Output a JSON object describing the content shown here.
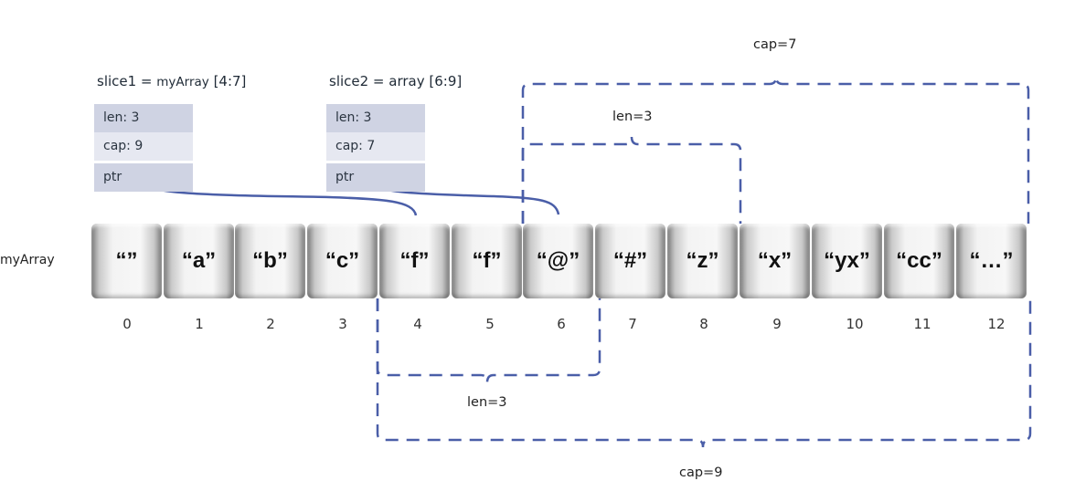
{
  "row_label": "myArray",
  "slice1": {
    "title_prefix": "slice1 = ",
    "title_array": "myArray",
    "title_range": " [4:7]",
    "len": "len: 3",
    "cap": "cap: 9",
    "ptr": "ptr"
  },
  "slice2": {
    "title": "slice2 = array [6:9]",
    "len": "len: 3",
    "cap": "cap: 7",
    "ptr": "ptr"
  },
  "cells": [
    "“”",
    "“a”",
    "“b”",
    "“c”",
    "“f”",
    "“f”",
    "“@”",
    "“#”",
    "“z”",
    "“x”",
    "“yx”",
    "“cc”",
    "“…”"
  ],
  "indices": [
    "0",
    "1",
    "2",
    "3",
    "4",
    "5",
    "6",
    "7",
    "8",
    "9",
    "10",
    "11",
    "12"
  ],
  "brackets": {
    "slice2_cap": "cap=7",
    "slice2_len": "len=3",
    "slice1_len": "len=3",
    "slice1_cap": "cap=9"
  },
  "colors": {
    "bracket": "#4a5ea8",
    "field_dark": "#cfd3e3",
    "field_light": "#e6e8f1"
  }
}
